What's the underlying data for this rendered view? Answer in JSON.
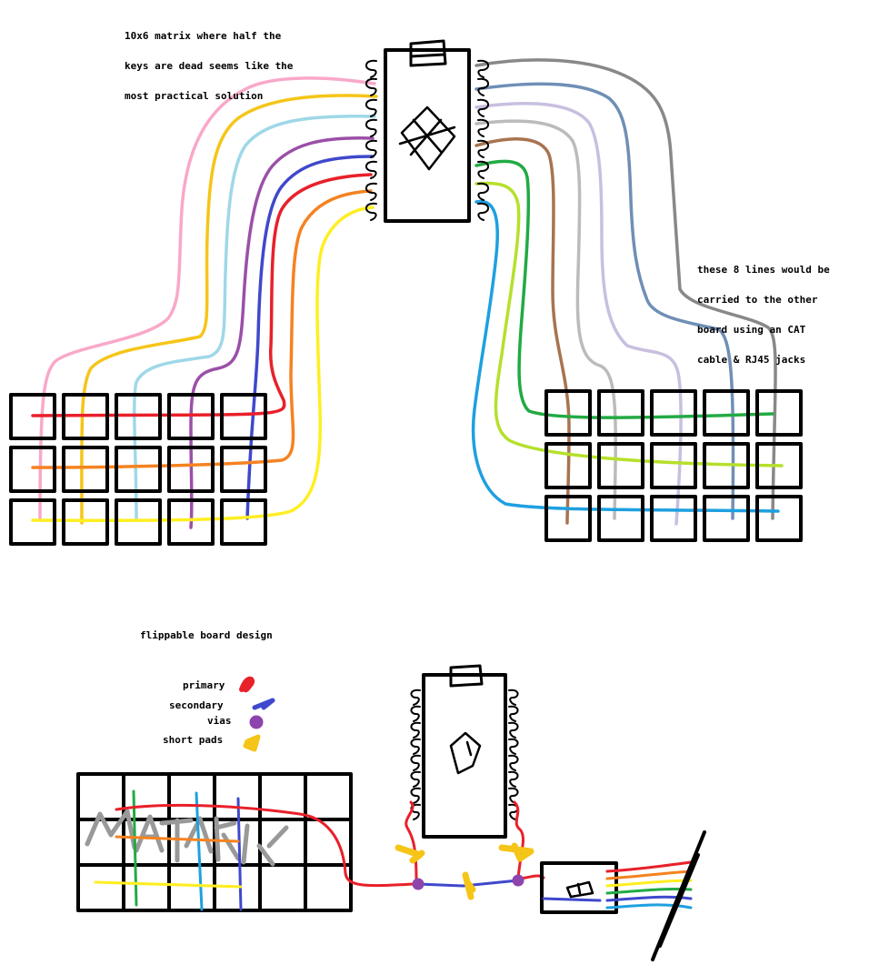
{
  "notes": {
    "matrix_note": [
      "10x6 matrix where half the",
      "keys are dead seems like the",
      "most practical solution"
    ],
    "cable_note": [
      "these 8 lines would be",
      "carried to the other",
      "board using an CAT",
      "cable & RJ45 jacks"
    ],
    "flip_title": "flippable board design"
  },
  "legend": [
    {
      "label": "primary",
      "color": "#e8202a"
    },
    {
      "label": "secondary",
      "color": "#3f48cc"
    },
    {
      "label": "vias",
      "color": "#8e44ad"
    },
    {
      "label": "short pads",
      "color": "#f5c518"
    }
  ],
  "wire_colors": {
    "left_bank": [
      "#f9a8c9",
      "#f5c518",
      "#9fd8e8",
      "#9b4fa8",
      "#3f48cc",
      "#e8202a",
      "#f58220",
      "#ffee22"
    ],
    "right_bank": [
      "#888888",
      "#6f8fb5",
      "#c8bfe0",
      "#bbbbbb",
      "#a87350",
      "#22aa44",
      "#b5e02a",
      "#1ea0e0"
    ],
    "cable_fan": [
      "#e8202a",
      "#f58220",
      "#ffee22",
      "#22aa44",
      "#3f48cc",
      "#1ea0e0"
    ]
  },
  "scribble_text": "MATRIX"
}
